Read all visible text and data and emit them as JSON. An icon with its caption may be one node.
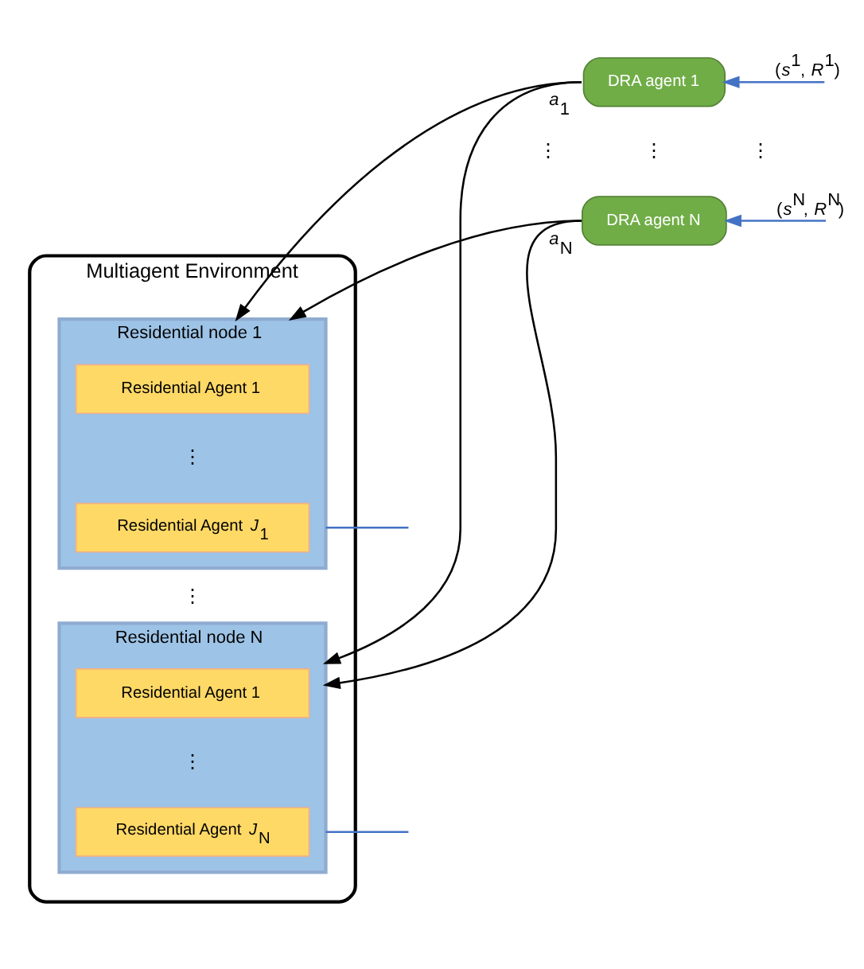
{
  "diagram": {
    "nodes": [
      {
        "text": [
          "DRA agent 1"
        ]
      },
      {
        "text": [
          "DRA agent N"
        ]
      },
      {
        "text": [
          "Multiagent Environment"
        ]
      },
      {
        "text": [
          "Residential node 1"
        ],
        "in": 2
      },
      {
        "text": [
          "Residential Agent 1"
        ],
        "in": 3
      },
      {
        "text": [
          "Residential Agent *J*$_{1}$"
        ],
        "in": 3
      },
      {
        "text": [
          "Residential node N"
        ],
        "in": 2
      },
      {
        "text": [
          "Residential Agent 1"
        ],
        "in": 6
      },
      {
        "text": [
          "Residential Agent *J*$_{N}$"
        ],
        "in": 6
      }
    ],
    "edges": [
      {
        "from": 0,
        "to": 3,
        "arrow": "to",
        "label": "*a*$_{1}$",
        "color": "#000000"
      },
      {
        "from": 0,
        "to": 6,
        "arrow": "to",
        "color": "#000000"
      },
      {
        "from": 1,
        "to": 3,
        "arrow": "to",
        "color": "#000000"
      },
      {
        "from": 1,
        "to": 6,
        "arrow": "to",
        "label": "*a*$_{N}$",
        "color": "#000000"
      },
      {
        "from": 3,
        "to": null,
        "arrow": "none",
        "color": "#4472c4"
      },
      {
        "from": 6,
        "to": null,
        "arrow": "none",
        "color": "#4472c4"
      },
      {
        "from": null,
        "to": 0,
        "arrow": "to",
        "label": "(*s*$^{1}$, *R*$^{1}$)",
        "color": "#4472c4"
      },
      {
        "from": null,
        "to": 1,
        "arrow": "to",
        "label": "(*s*$^{N}$, *R*$^{N}$)",
        "color": "#4472c4"
      }
    ],
    "labels": [
      "⋮",
      "⋮",
      "⋮",
      "⋮",
      "⋮",
      "⋮"
    ]
  }
}
